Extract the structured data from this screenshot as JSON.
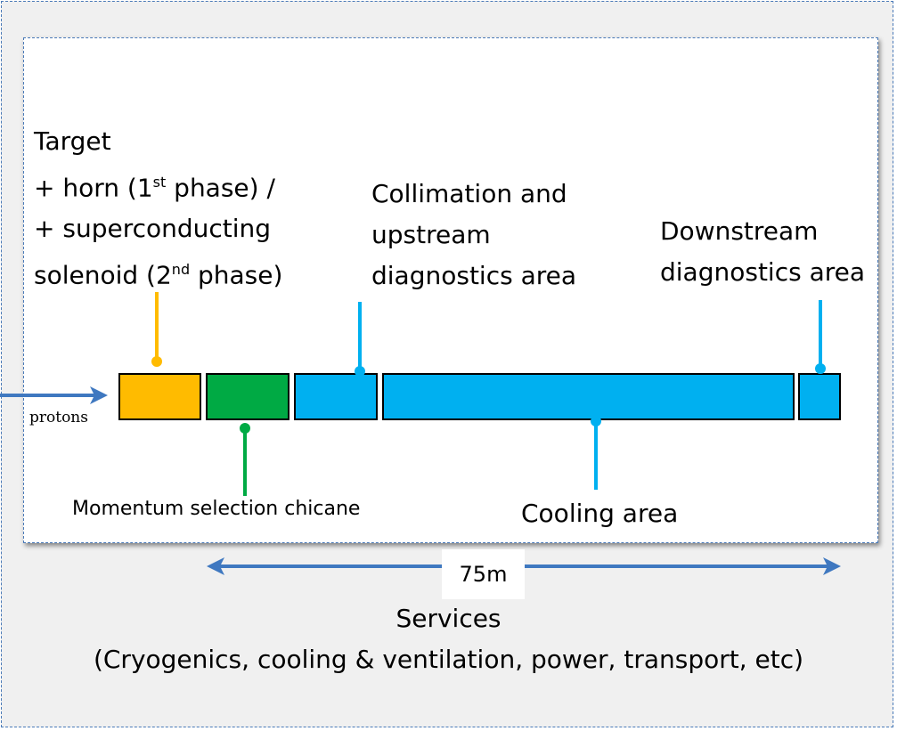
{
  "colors": {
    "frame": "#4a7ab8",
    "target": "#ffbb00",
    "chicane": "#00aa44",
    "blue": "#00b0f0",
    "arrow": "#3f78c0"
  },
  "target_label": {
    "line1": "Target",
    "line2_pre": "+ horn (1",
    "line2_sup": "st",
    "line2_post": " phase) /",
    "line3": "+ superconducting",
    "line4_pre": "solenoid (2",
    "line4_sup": "nd",
    "line4_post": " phase)"
  },
  "collimation_label": [
    "Collimation and",
    "upstream",
    "diagnostics area"
  ],
  "downstream_label": [
    "Downstream",
    "diagnostics area"
  ],
  "protons_label": "protons",
  "chicane_label": "Momentum selection chicane",
  "cooling_label": "Cooling area",
  "length_label": "75m",
  "services": {
    "title": "Services",
    "detail": "(Cryogenics, cooling & ventilation, power, transport, etc)"
  }
}
